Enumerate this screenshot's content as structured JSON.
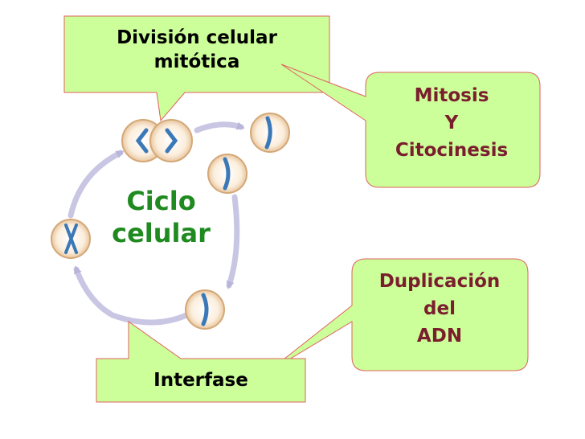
{
  "callouts": {
    "division": {
      "line1": "División celular",
      "line2": "mitótica"
    },
    "mitosis": {
      "line1": "Mitosis",
      "line2": "Y",
      "line3": "Citocinesis"
    },
    "adn": {
      "line1": "Duplicación",
      "line2": "del",
      "line3": "ADN"
    },
    "interfase": {
      "label": "Interfase"
    }
  },
  "cycle": {
    "line1": "Ciclo",
    "line2": "celular"
  },
  "colors": {
    "callout_fill": "#ccff99",
    "callout_stroke": "#e06060",
    "text_dark": "#7a1e2e",
    "text_green": "#1f8a1f",
    "cycle_arrow": "#c9c6e4",
    "cell_fill": "#f6e3c8",
    "chromosome": "#3a78b8"
  }
}
